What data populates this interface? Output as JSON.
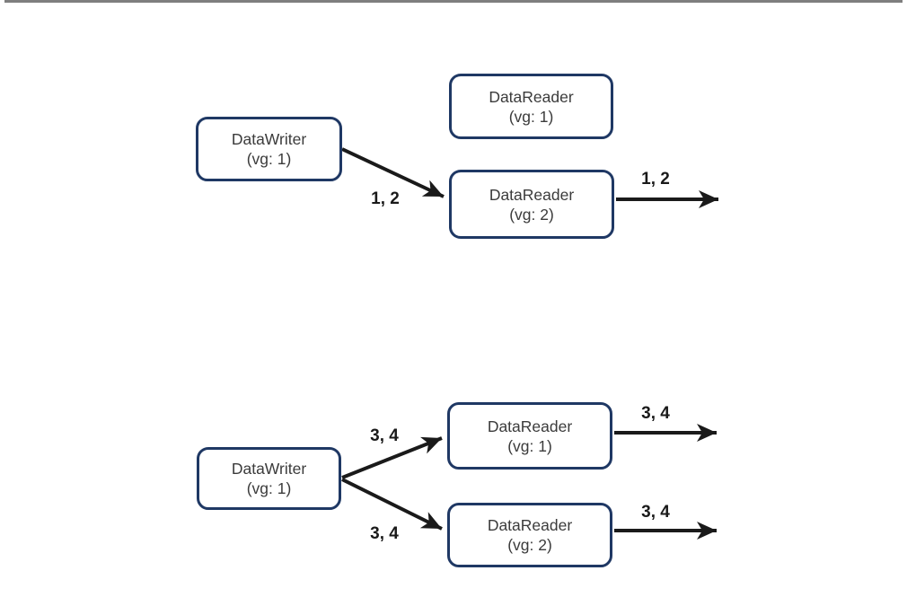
{
  "colors": {
    "box_border": "#1f3864",
    "box_fill": "#ffffff",
    "node_text": "#3b3b3b",
    "arrow": "#1a1a1a",
    "edge_label_text": "#1a1a1a",
    "top_rule": "#7f7f7f"
  },
  "top_diagram": {
    "writer": {
      "title": "DataWriter",
      "subtitle": "(vg: 1)"
    },
    "reader1": {
      "title": "DataReader",
      "subtitle": "(vg: 1)"
    },
    "reader2": {
      "title": "DataReader",
      "subtitle": "(vg: 2)"
    },
    "writer_to_reader2_label": "1, 2",
    "reader2_out_label": "1, 2"
  },
  "bottom_diagram": {
    "writer": {
      "title": "DataWriter",
      "subtitle": "(vg: 1)"
    },
    "reader1": {
      "title": "DataReader",
      "subtitle": "(vg: 1)"
    },
    "reader2": {
      "title": "DataReader",
      "subtitle": "(vg: 2)"
    },
    "writer_to_reader1_label": "3, 4",
    "writer_to_reader2_label": "3, 4",
    "reader1_out_label": "3, 4",
    "reader2_out_label": "3, 4"
  }
}
